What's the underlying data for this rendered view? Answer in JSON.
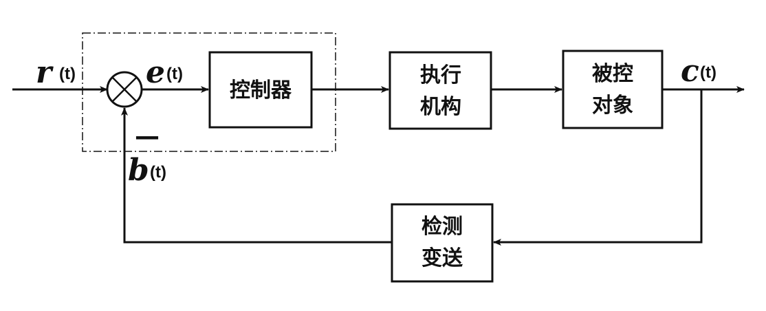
{
  "signals": {
    "r": {
      "name": "r",
      "arg": "(t)"
    },
    "e": {
      "name": "e",
      "arg": "(t)"
    },
    "c": {
      "name": "c",
      "arg": "(t)"
    },
    "b": {
      "name": "b",
      "arg": "(t)"
    }
  },
  "blocks": {
    "controller": {
      "line1": "控制器"
    },
    "actuator": {
      "line1": "执行",
      "line2": "机构"
    },
    "plant": {
      "line1": "被控",
      "line2": "对象"
    },
    "sensor": {
      "line1": "检测",
      "line2": "变送"
    }
  },
  "summing_junction": {
    "feedback_sign": "—"
  },
  "colors": {
    "line": "#111111",
    "background": "#ffffff"
  }
}
